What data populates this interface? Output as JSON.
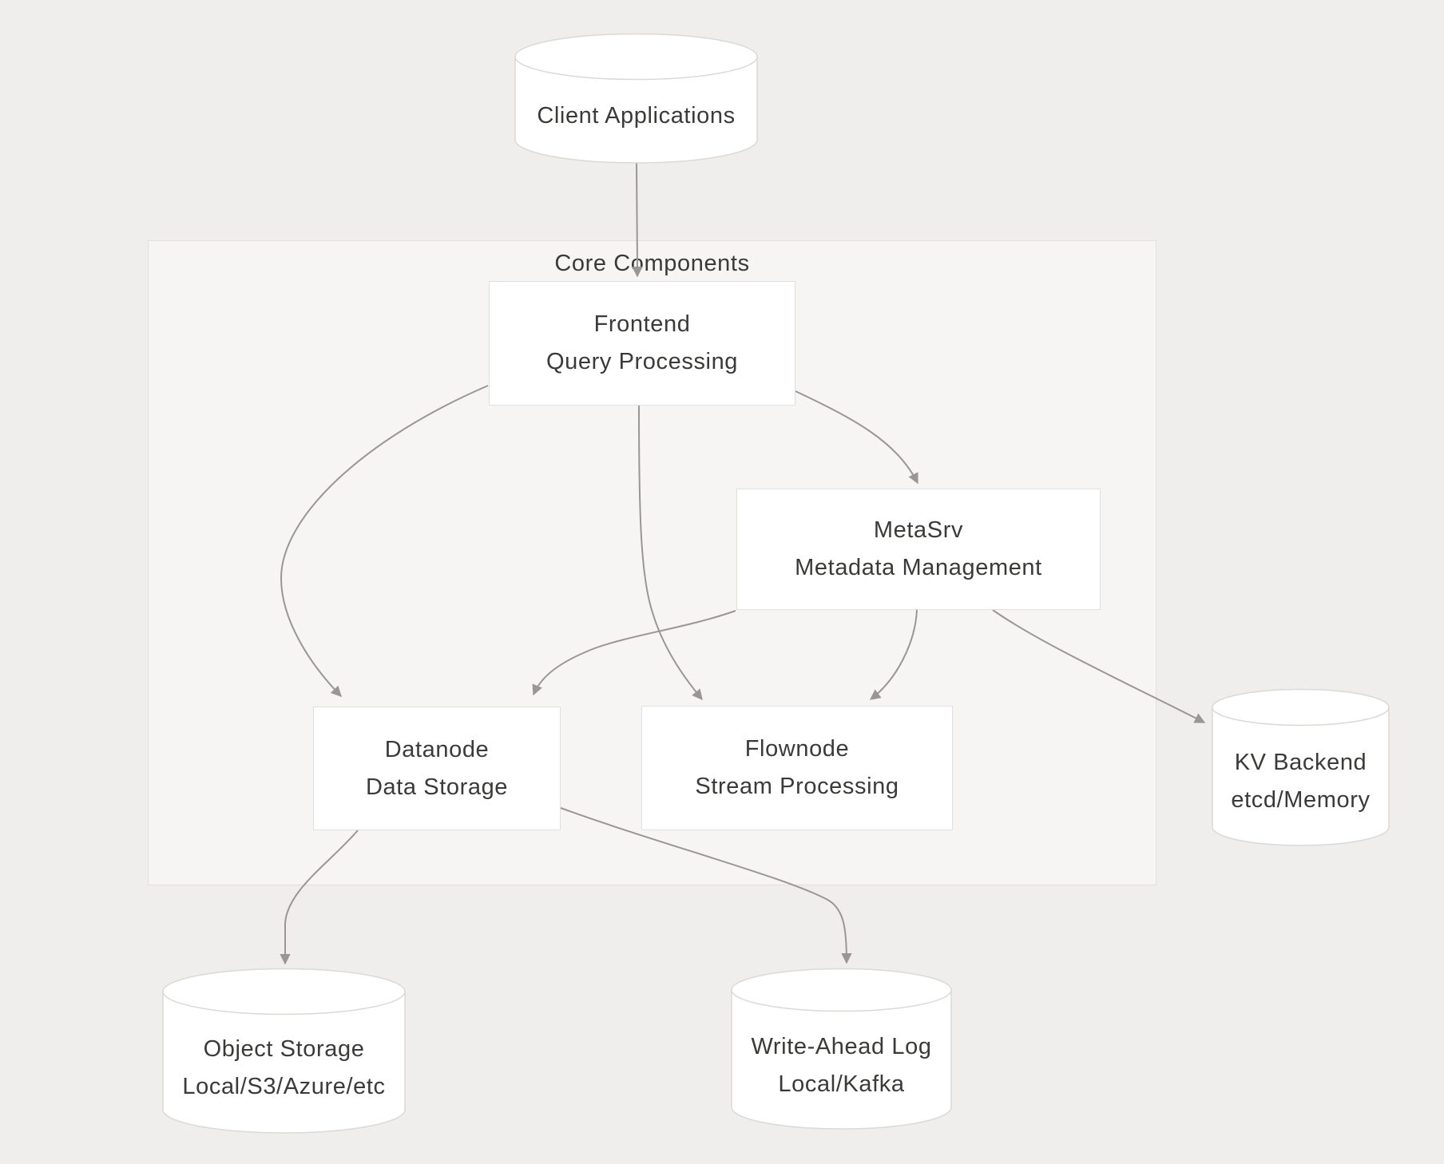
{
  "group": {
    "label": "Core Components"
  },
  "nodes": {
    "client": {
      "title": "Client Applications"
    },
    "frontend": {
      "title": "Frontend",
      "subtitle": "Query Processing"
    },
    "metasrv": {
      "title": "MetaSrv",
      "subtitle": "Metadata Management"
    },
    "datanode": {
      "title": "Datanode",
      "subtitle": "Data Storage"
    },
    "flownode": {
      "title": "Flownode",
      "subtitle": "Stream Processing"
    },
    "kv_backend": {
      "title": "KV Backend",
      "subtitle": "etcd/Memory"
    },
    "object_storage": {
      "title": "Object Storage",
      "subtitle": "Local/S3/Azure/etc"
    },
    "wal": {
      "title": "Write-Ahead Log",
      "subtitle": "Local/Kafka"
    }
  },
  "edges": [
    {
      "from": "Client Applications",
      "to": "Frontend"
    },
    {
      "from": "Frontend",
      "to": "MetaSrv"
    },
    {
      "from": "Frontend",
      "to": "Datanode"
    },
    {
      "from": "Frontend",
      "to": "Flownode"
    },
    {
      "from": "MetaSrv",
      "to": "Datanode"
    },
    {
      "from": "MetaSrv",
      "to": "Flownode"
    },
    {
      "from": "MetaSrv",
      "to": "KV Backend"
    },
    {
      "from": "Datanode",
      "to": "Object Storage"
    },
    {
      "from": "Datanode",
      "to": "Write-Ahead Log"
    }
  ],
  "colors": {
    "background": "#f0eeec",
    "group_fill": "#f6f5f3",
    "group_border": "#e2dfdc",
    "node_fill": "#ffffff",
    "node_border": "#e1dfdc",
    "cyl_border": "#dbd9d6",
    "edge": "#999693",
    "text": "#3a3a38"
  }
}
